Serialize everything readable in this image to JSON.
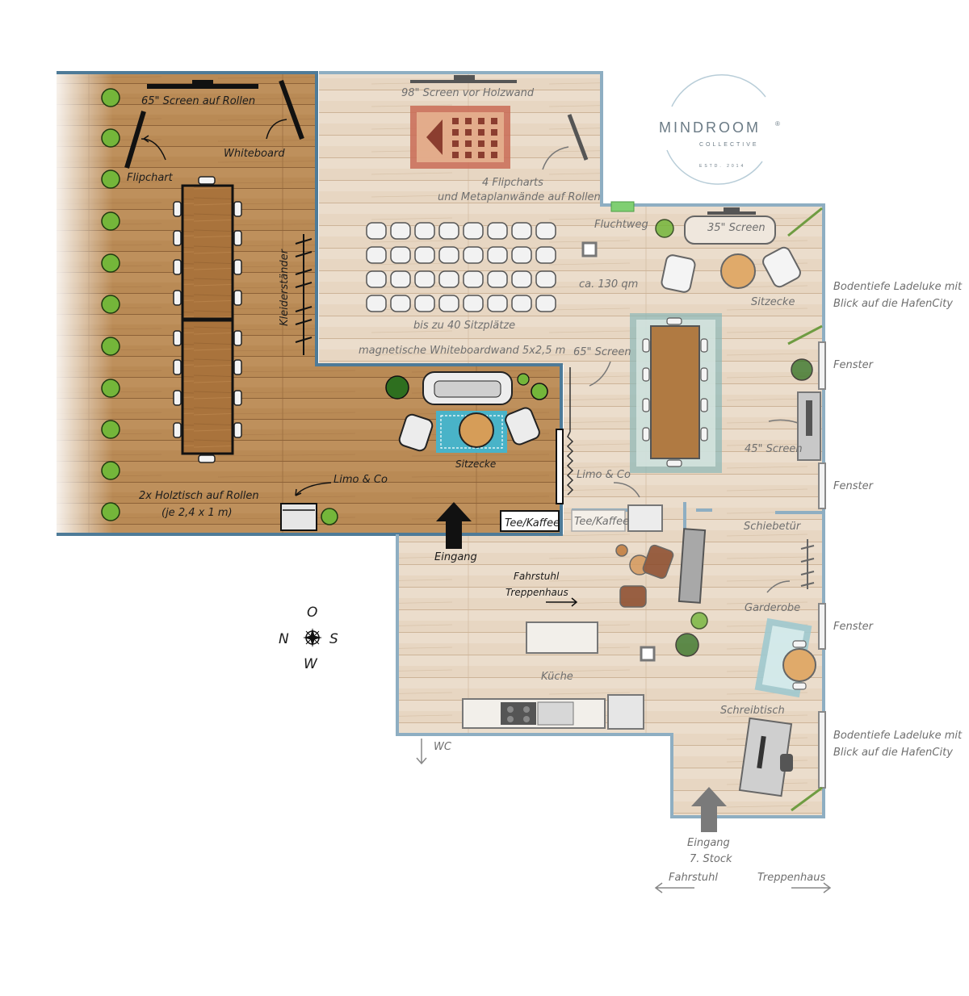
{
  "logo": {
    "name": "MINDROOM",
    "mark": "®",
    "sub": "COLLECTIVE",
    "est": "ESTD. 2014"
  },
  "labels": {
    "screen65_top": "65\" Screen auf Rollen",
    "whiteboard": "Whiteboard",
    "flipchart": "Flipchart",
    "kleiderstaender": "Kleiderständer",
    "holztisch_1": "2x Holztisch auf Rollen",
    "holztisch_2": "(je 2,4 x 1 m)",
    "limo_left": "Limo & Co",
    "sitzecke_left": "Sitzecke",
    "tee_kaffee_left": "Tee/Kaffee",
    "eingang_left": "Eingang",
    "screen98": "98\" Screen vor Holzwand",
    "flipcharts4_1": "4 Flipcharts",
    "flipcharts4_2": "und Metaplanwände auf Rollen",
    "sitzplaetze": "bis zu 40 Sitzplätze",
    "whiteboardwand": "magnetische Whiteboardwand 5x2,5 m",
    "fluchtweg": "Fluchtweg",
    "screen35": "35\" Screen",
    "flaeche": "ca. 130 qm",
    "sitzecke_right": "Sitzecke",
    "screen65_mid": "65\" Screen",
    "screen45": "45\" Screen",
    "limo_right": "Limo & Co",
    "tee_kaffee_right": "Tee/Kaffee",
    "ladeluke1_1": "Bodentiefe Ladeluke mit",
    "ladeluke1_2": "Blick auf die HafenCity",
    "fenster1": "Fenster",
    "fenster2": "Fenster",
    "schiebetuer": "Schiebetür",
    "garderobe": "Garderobe",
    "fenster3": "Fenster",
    "fahrstuhl_treppen_1": "Fahrstuhl",
    "fahrstuhl_treppen_2": "Treppenhaus",
    "kueche": "Küche",
    "schreibtisch": "Schreibtisch",
    "ladeluke2_1": "Bodentiefe Ladeluke mit",
    "ladeluke2_2": "Blick auf die HafenCity",
    "wc": "WC",
    "eingang7_1": "Eingang",
    "eingang7_2": "7. Stock",
    "fahrstuhl_bottom": "Fahrstuhl",
    "treppenhaus_bottom": "Treppenhaus"
  },
  "compass": {
    "n": "N",
    "o": "O",
    "s": "S",
    "w": "W"
  },
  "colors": {
    "wall": "#4e7b98",
    "dark_wood": "#b88752",
    "light_wood": "#e6d4bf",
    "table_wood": "#a8713a",
    "plant": "#74b63a",
    "rug_blue": "#49b3c8",
    "rug_red": "#c96b55"
  }
}
